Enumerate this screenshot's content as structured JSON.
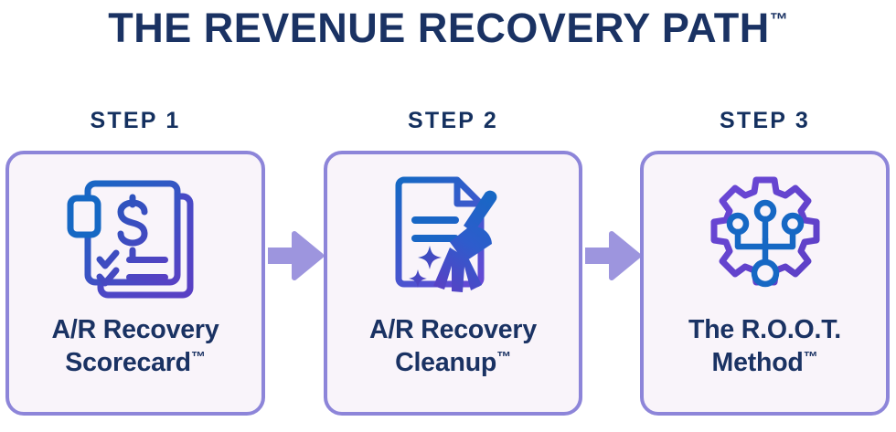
{
  "title": {
    "text": "THE REVENUE RECOVERY PATH",
    "trademark": "™"
  },
  "colors": {
    "title_navy": "#1a3263",
    "card_border_purple": "#8d85d9",
    "card_background": "#f9f4fa",
    "arrow_purple": "#9d95de",
    "icon_blue": "#1668c4",
    "icon_purple": "#5b3fc4",
    "page_background": "#ffffff"
  },
  "steps": [
    {
      "step_label": "STEP 1",
      "title_line1": "A/R Recovery",
      "title_line2": "Scorecard",
      "trademark": "™",
      "icon_name": "scorecard-document-dollar-icon"
    },
    {
      "step_label": "STEP 2",
      "title_line1": "A/R Recovery",
      "title_line2": "Cleanup",
      "trademark": "™",
      "icon_name": "document-broom-cleanup-icon"
    },
    {
      "step_label": "STEP 3",
      "title_line1": "The R.O.O.T.",
      "title_line2": "Method",
      "trademark": "™",
      "icon_name": "gear-network-nodes-icon"
    }
  ],
  "connectors": [
    {
      "icon_name": "arrow-right-icon",
      "from": "STEP 1",
      "to": "STEP 2"
    },
    {
      "icon_name": "arrow-right-icon",
      "from": "STEP 2",
      "to": "STEP 3"
    }
  ]
}
